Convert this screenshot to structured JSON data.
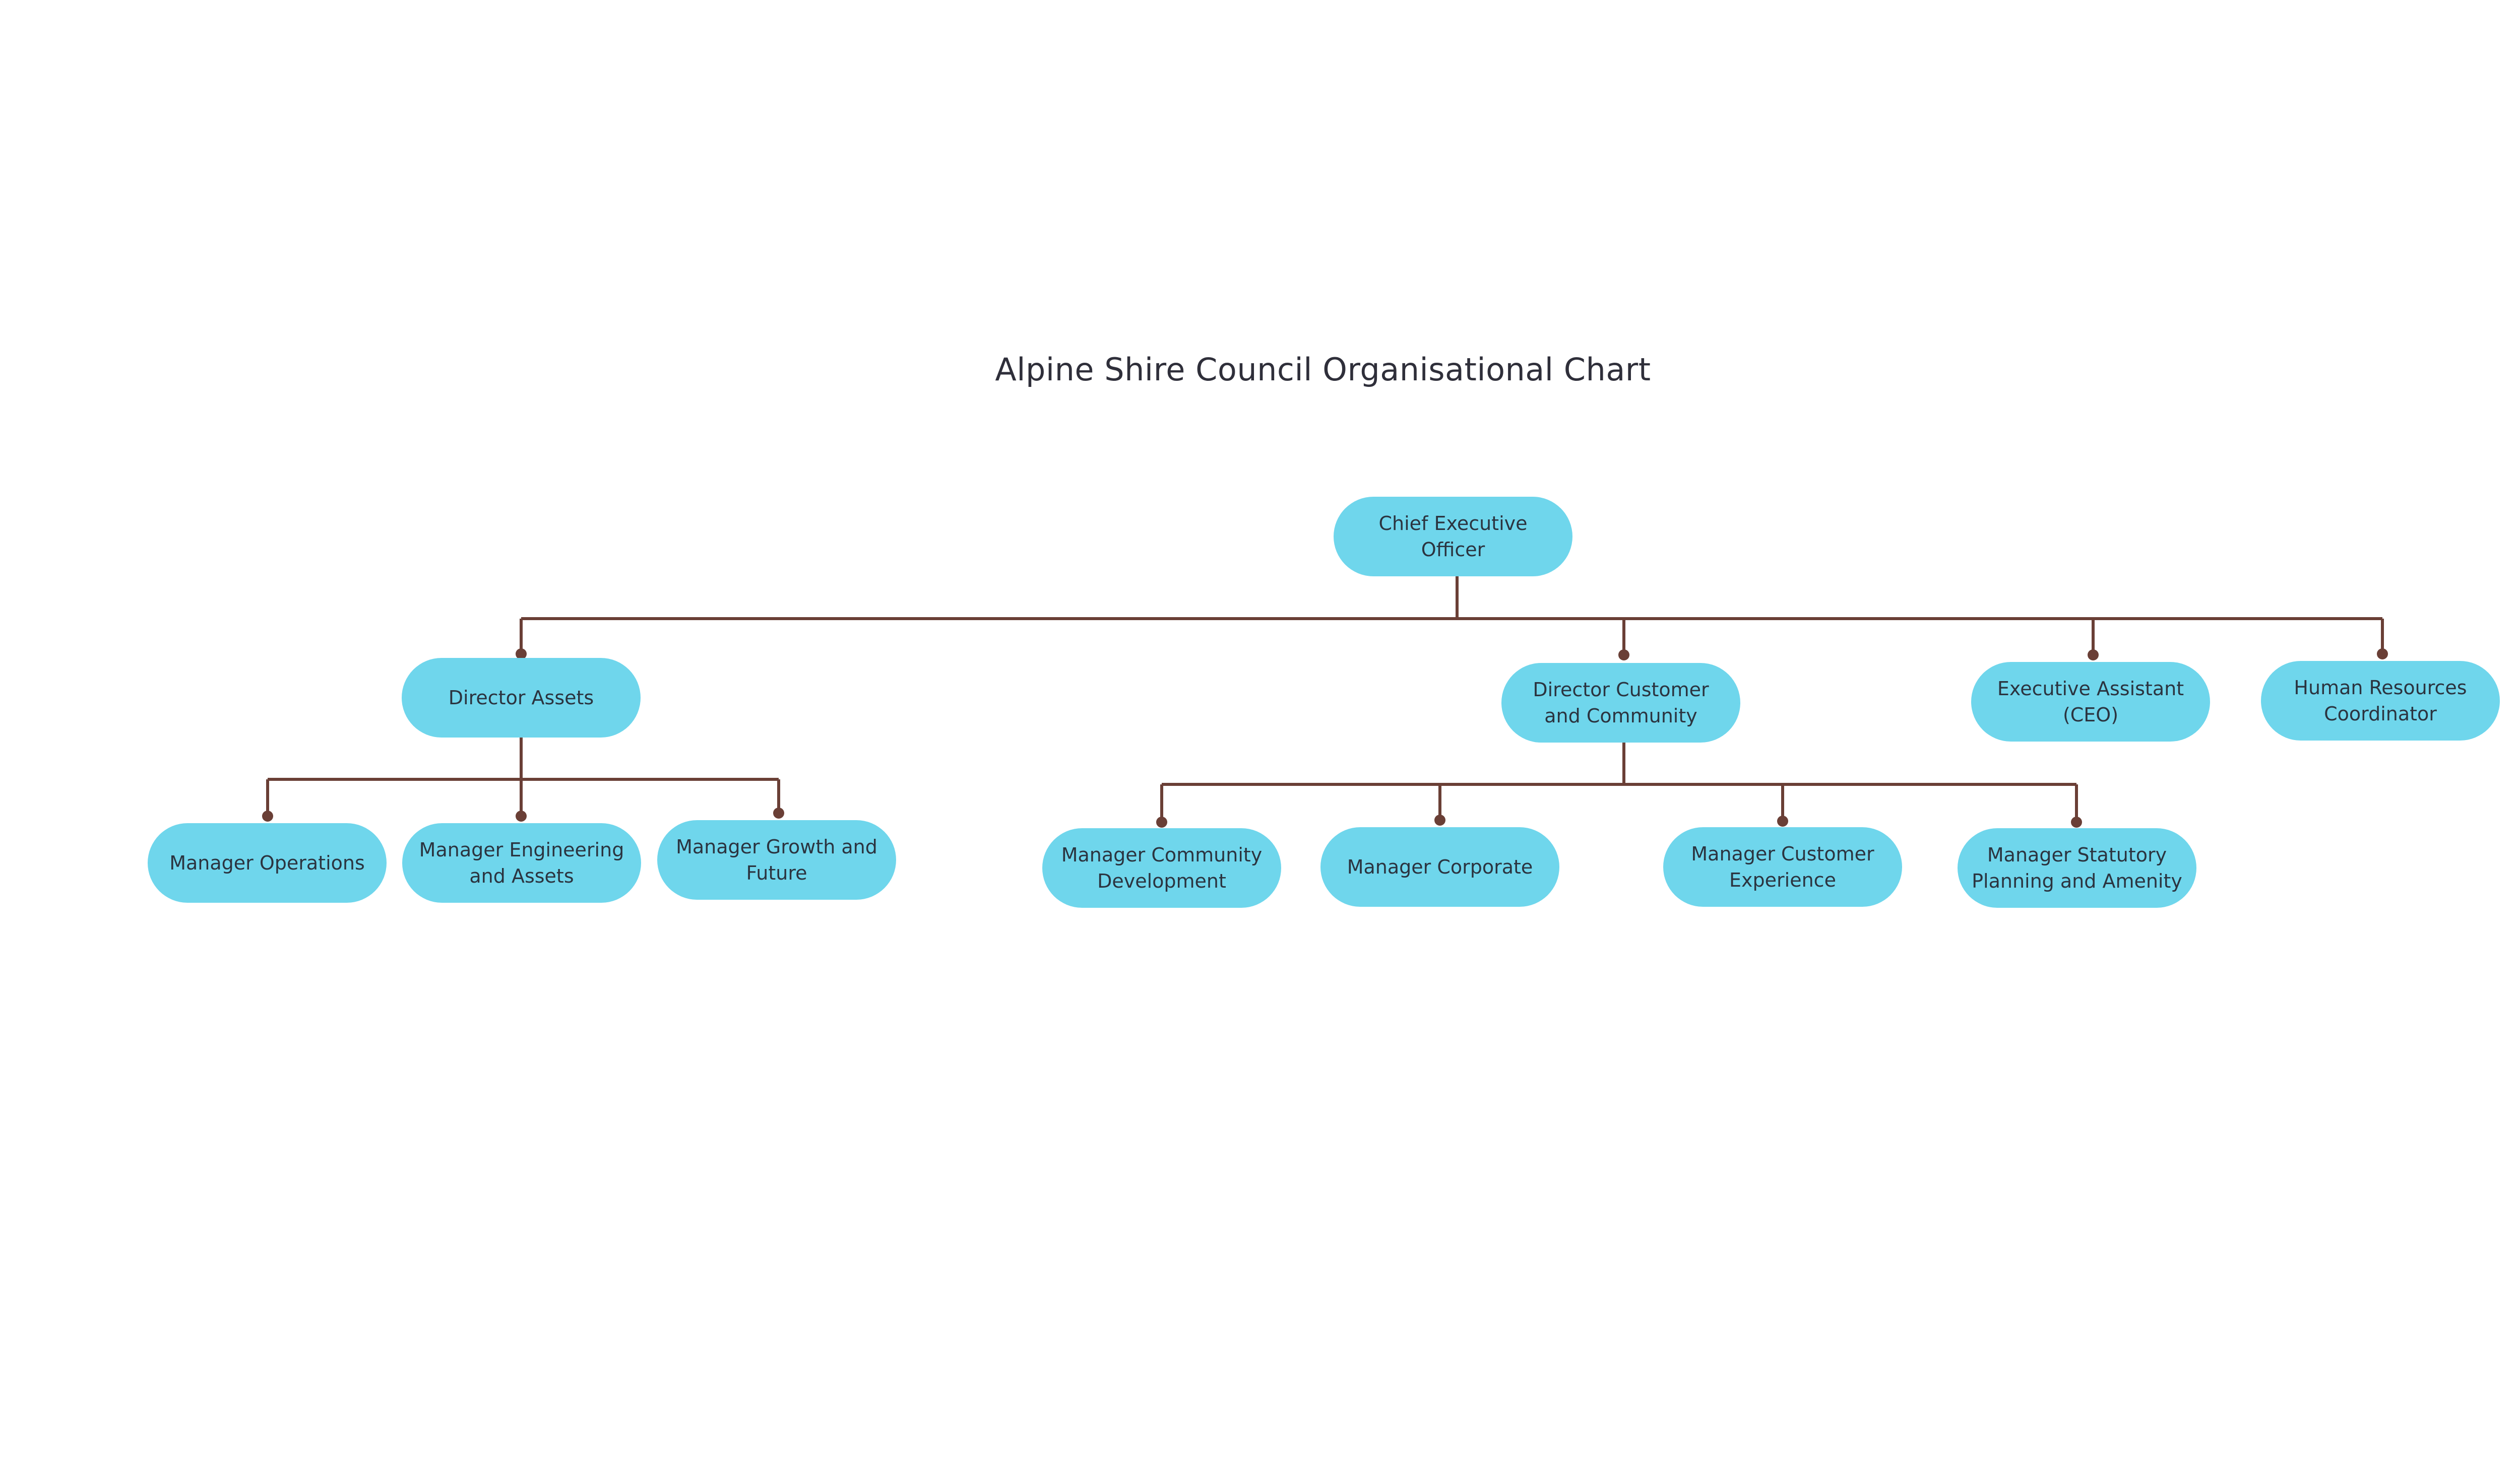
{
  "title": "Alpine Shire Council Organisational Chart",
  "colors": {
    "node_fill": "#6fd6ec",
    "connector": "#6a3f36",
    "text": "#2b3440"
  },
  "nodes": {
    "ceo": "Chief Executive Officer",
    "director_assets": "Director Assets",
    "director_customer_community": "Director Customer and Community",
    "executive_assistant": "Executive Assistant (CEO)",
    "hr_coordinator": "Human Resources Coordinator",
    "manager_operations": "Manager Operations",
    "manager_engineering_assets": "Manager Engineering and Assets",
    "manager_growth_future": "Manager Growth and Future",
    "manager_community_development": "Manager Community Development",
    "manager_corporate": "Manager Corporate",
    "manager_customer_experience": "Manager Customer Experience",
    "manager_statutory_planning": "Manager Statutory Planning and Amenity"
  }
}
